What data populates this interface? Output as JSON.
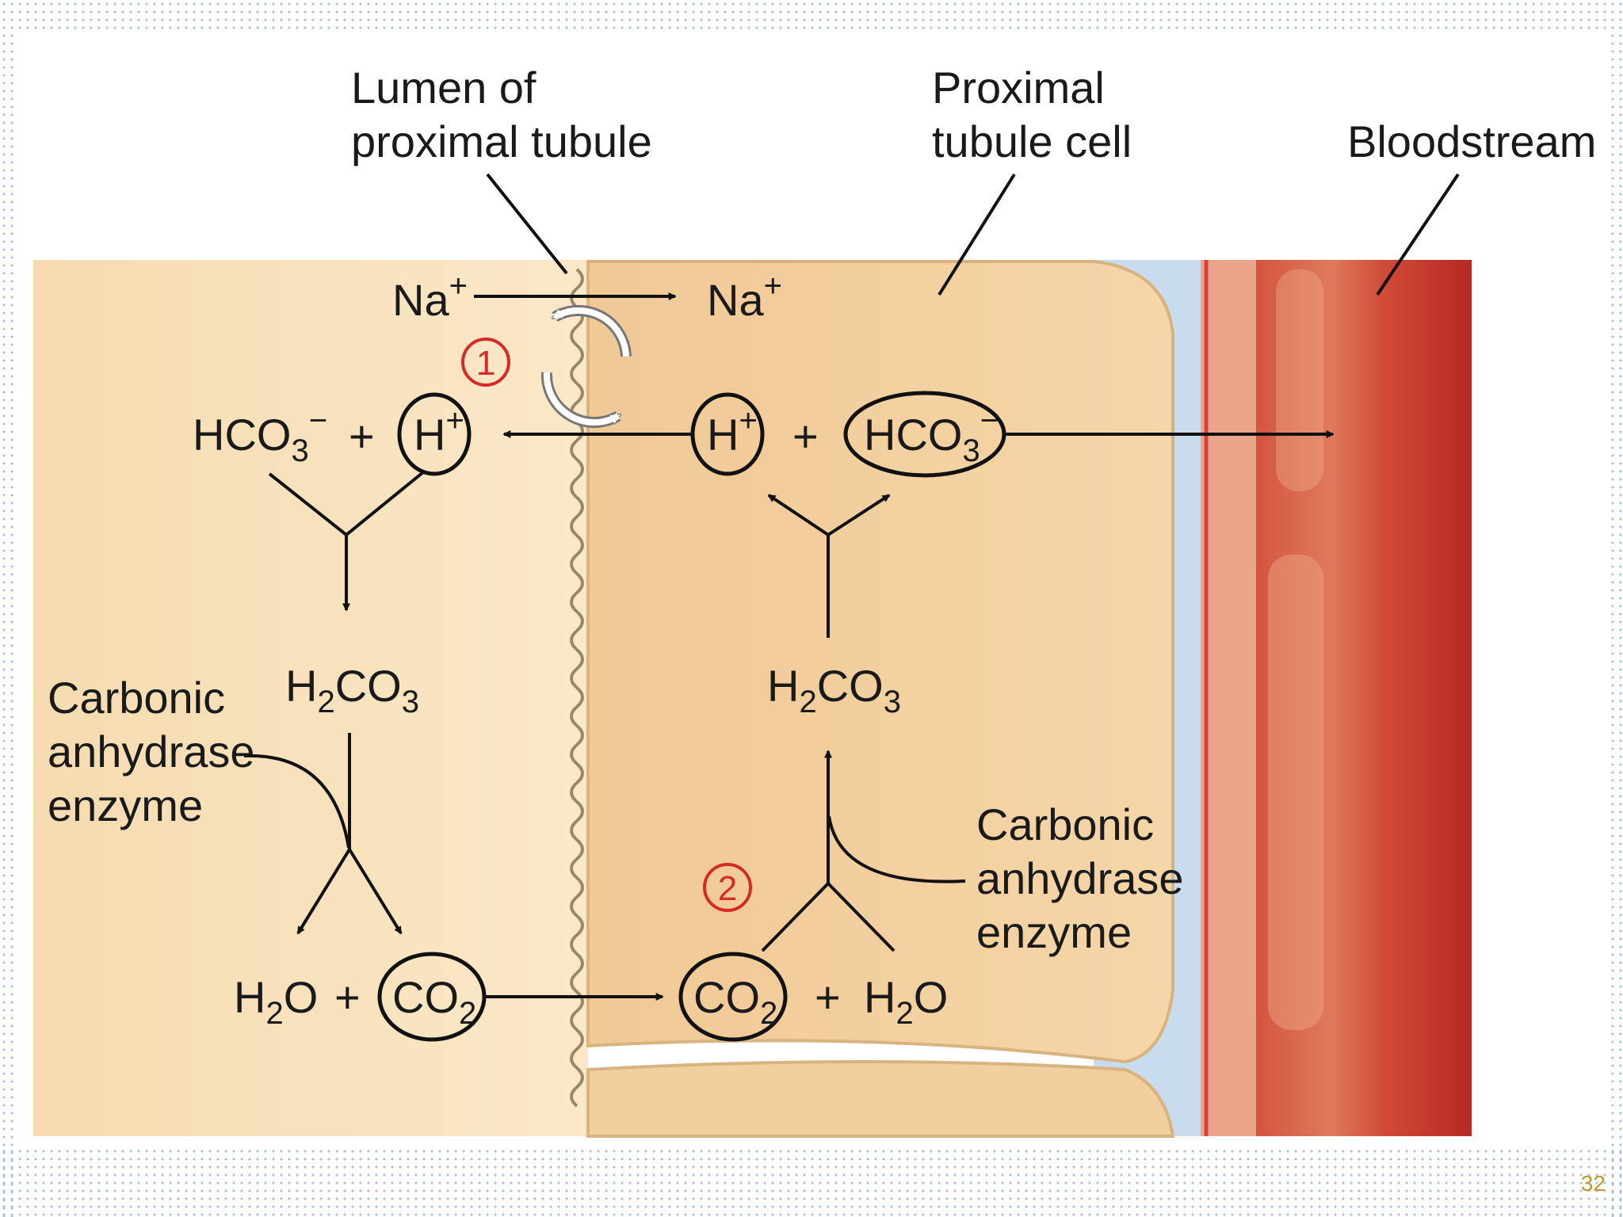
{
  "labels": {
    "lumen_line1": "Lumen of",
    "lumen_line2": "proximal tubule",
    "cell_line1": "Proximal",
    "cell_line2": "tubule cell",
    "bloodstream": "Bloodstream",
    "enzyme_line1": "Carbonic",
    "enzyme_line2": "anhydrase",
    "enzyme_line3": "enzyme"
  },
  "chemistry": {
    "sodium_base": "Na",
    "sodium_charge": "+",
    "hydrogen_base": "H",
    "hydrogen_charge": "+",
    "bicarbonate_base": "HCO",
    "bicarbonate_sub": "3",
    "bicarbonate_charge": "−",
    "carbonic_acid_a": "H",
    "carbonic_acid_sub_a": "2",
    "carbonic_acid_b": "CO",
    "carbonic_acid_sub_b": "3",
    "water_a": "H",
    "water_sub": "2",
    "water_b": "O",
    "co2_base": "CO",
    "co2_sub": "2",
    "plus": "+"
  },
  "steps": {
    "step1": "1",
    "step2": "2"
  },
  "page_number": "32",
  "colors": {
    "lumen": "#f7dfb7",
    "cell": "#f1cf9c",
    "interstitial": "#c9dcee",
    "vessel_wall": "#eca48a",
    "blood": "#c9362b",
    "step_number": "#d42a2a"
  }
}
